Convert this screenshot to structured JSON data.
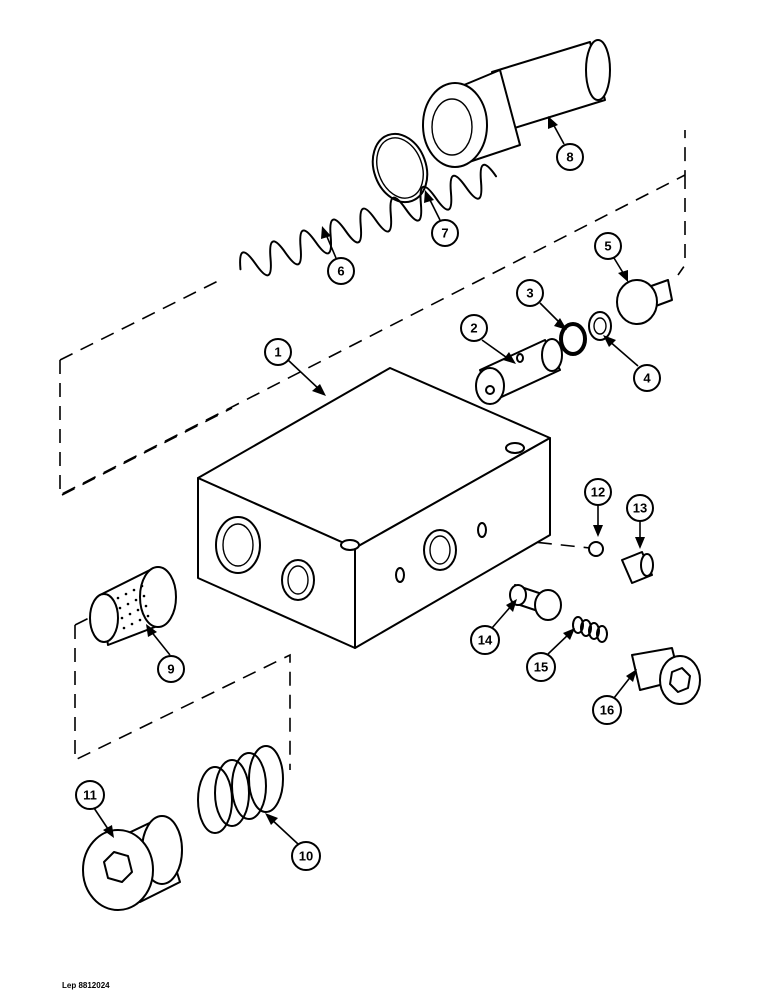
{
  "figure": {
    "reference_code": "Lep 8812024",
    "callouts": [
      {
        "label": "1"
      },
      {
        "label": "2"
      },
      {
        "label": "3"
      },
      {
        "label": "4"
      },
      {
        "label": "5"
      },
      {
        "label": "6"
      },
      {
        "label": "7"
      },
      {
        "label": "8"
      },
      {
        "label": "9"
      },
      {
        "label": "10"
      },
      {
        "label": "11"
      },
      {
        "label": "12"
      },
      {
        "label": "13"
      },
      {
        "label": "14"
      },
      {
        "label": "15"
      },
      {
        "label": "16"
      }
    ]
  }
}
